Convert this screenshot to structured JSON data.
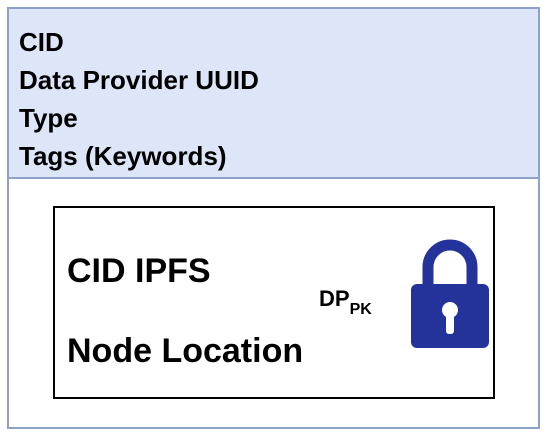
{
  "metadata_fields": [
    "CID",
    "Data Provider UUID",
    "Type",
    "Tags (Keywords)"
  ],
  "encrypted_block": {
    "line1": "CID IPFS",
    "line2": "Node Location",
    "key_label": "DP",
    "key_subscript": "PK"
  },
  "icon": "lock-icon",
  "colors": {
    "header_fill": "#dde6f9",
    "border": "#8ea2c9",
    "lock": "#24339a"
  }
}
